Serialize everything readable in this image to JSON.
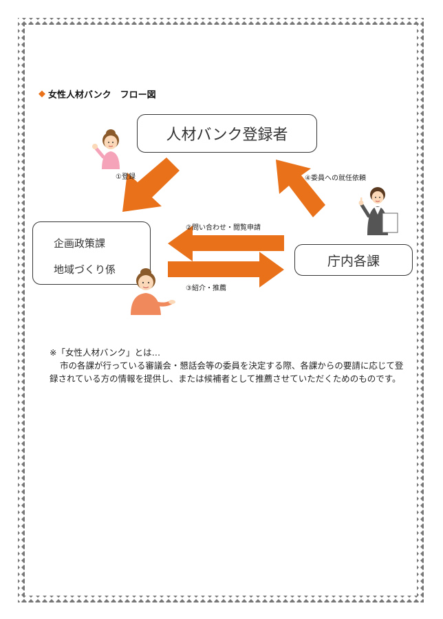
{
  "title": "女性人材バンク　フロー図",
  "boxes": {
    "registrant": "人材バンク登録者",
    "division_line1": "企画政策課",
    "division_line2": "地域づくり係",
    "departments": "庁内各課"
  },
  "labels": {
    "step1": "①登録",
    "step2": "②問い合わせ・閲覧申請",
    "step3": "③紹介・推薦",
    "step4": "④委員への就任依頼"
  },
  "note": {
    "heading": "※「女性人材バンク」とは…",
    "body": "市の各課が行っている審議会・懇話会等の委員を決定する際、各課からの要請に応じて登録されている方の情報を提供し、または候補者として推薦させていただくためのものです。"
  },
  "colors": {
    "arrow": "#e8711a",
    "border_diamond": "#777777",
    "title_diamond": "#e8711a"
  }
}
